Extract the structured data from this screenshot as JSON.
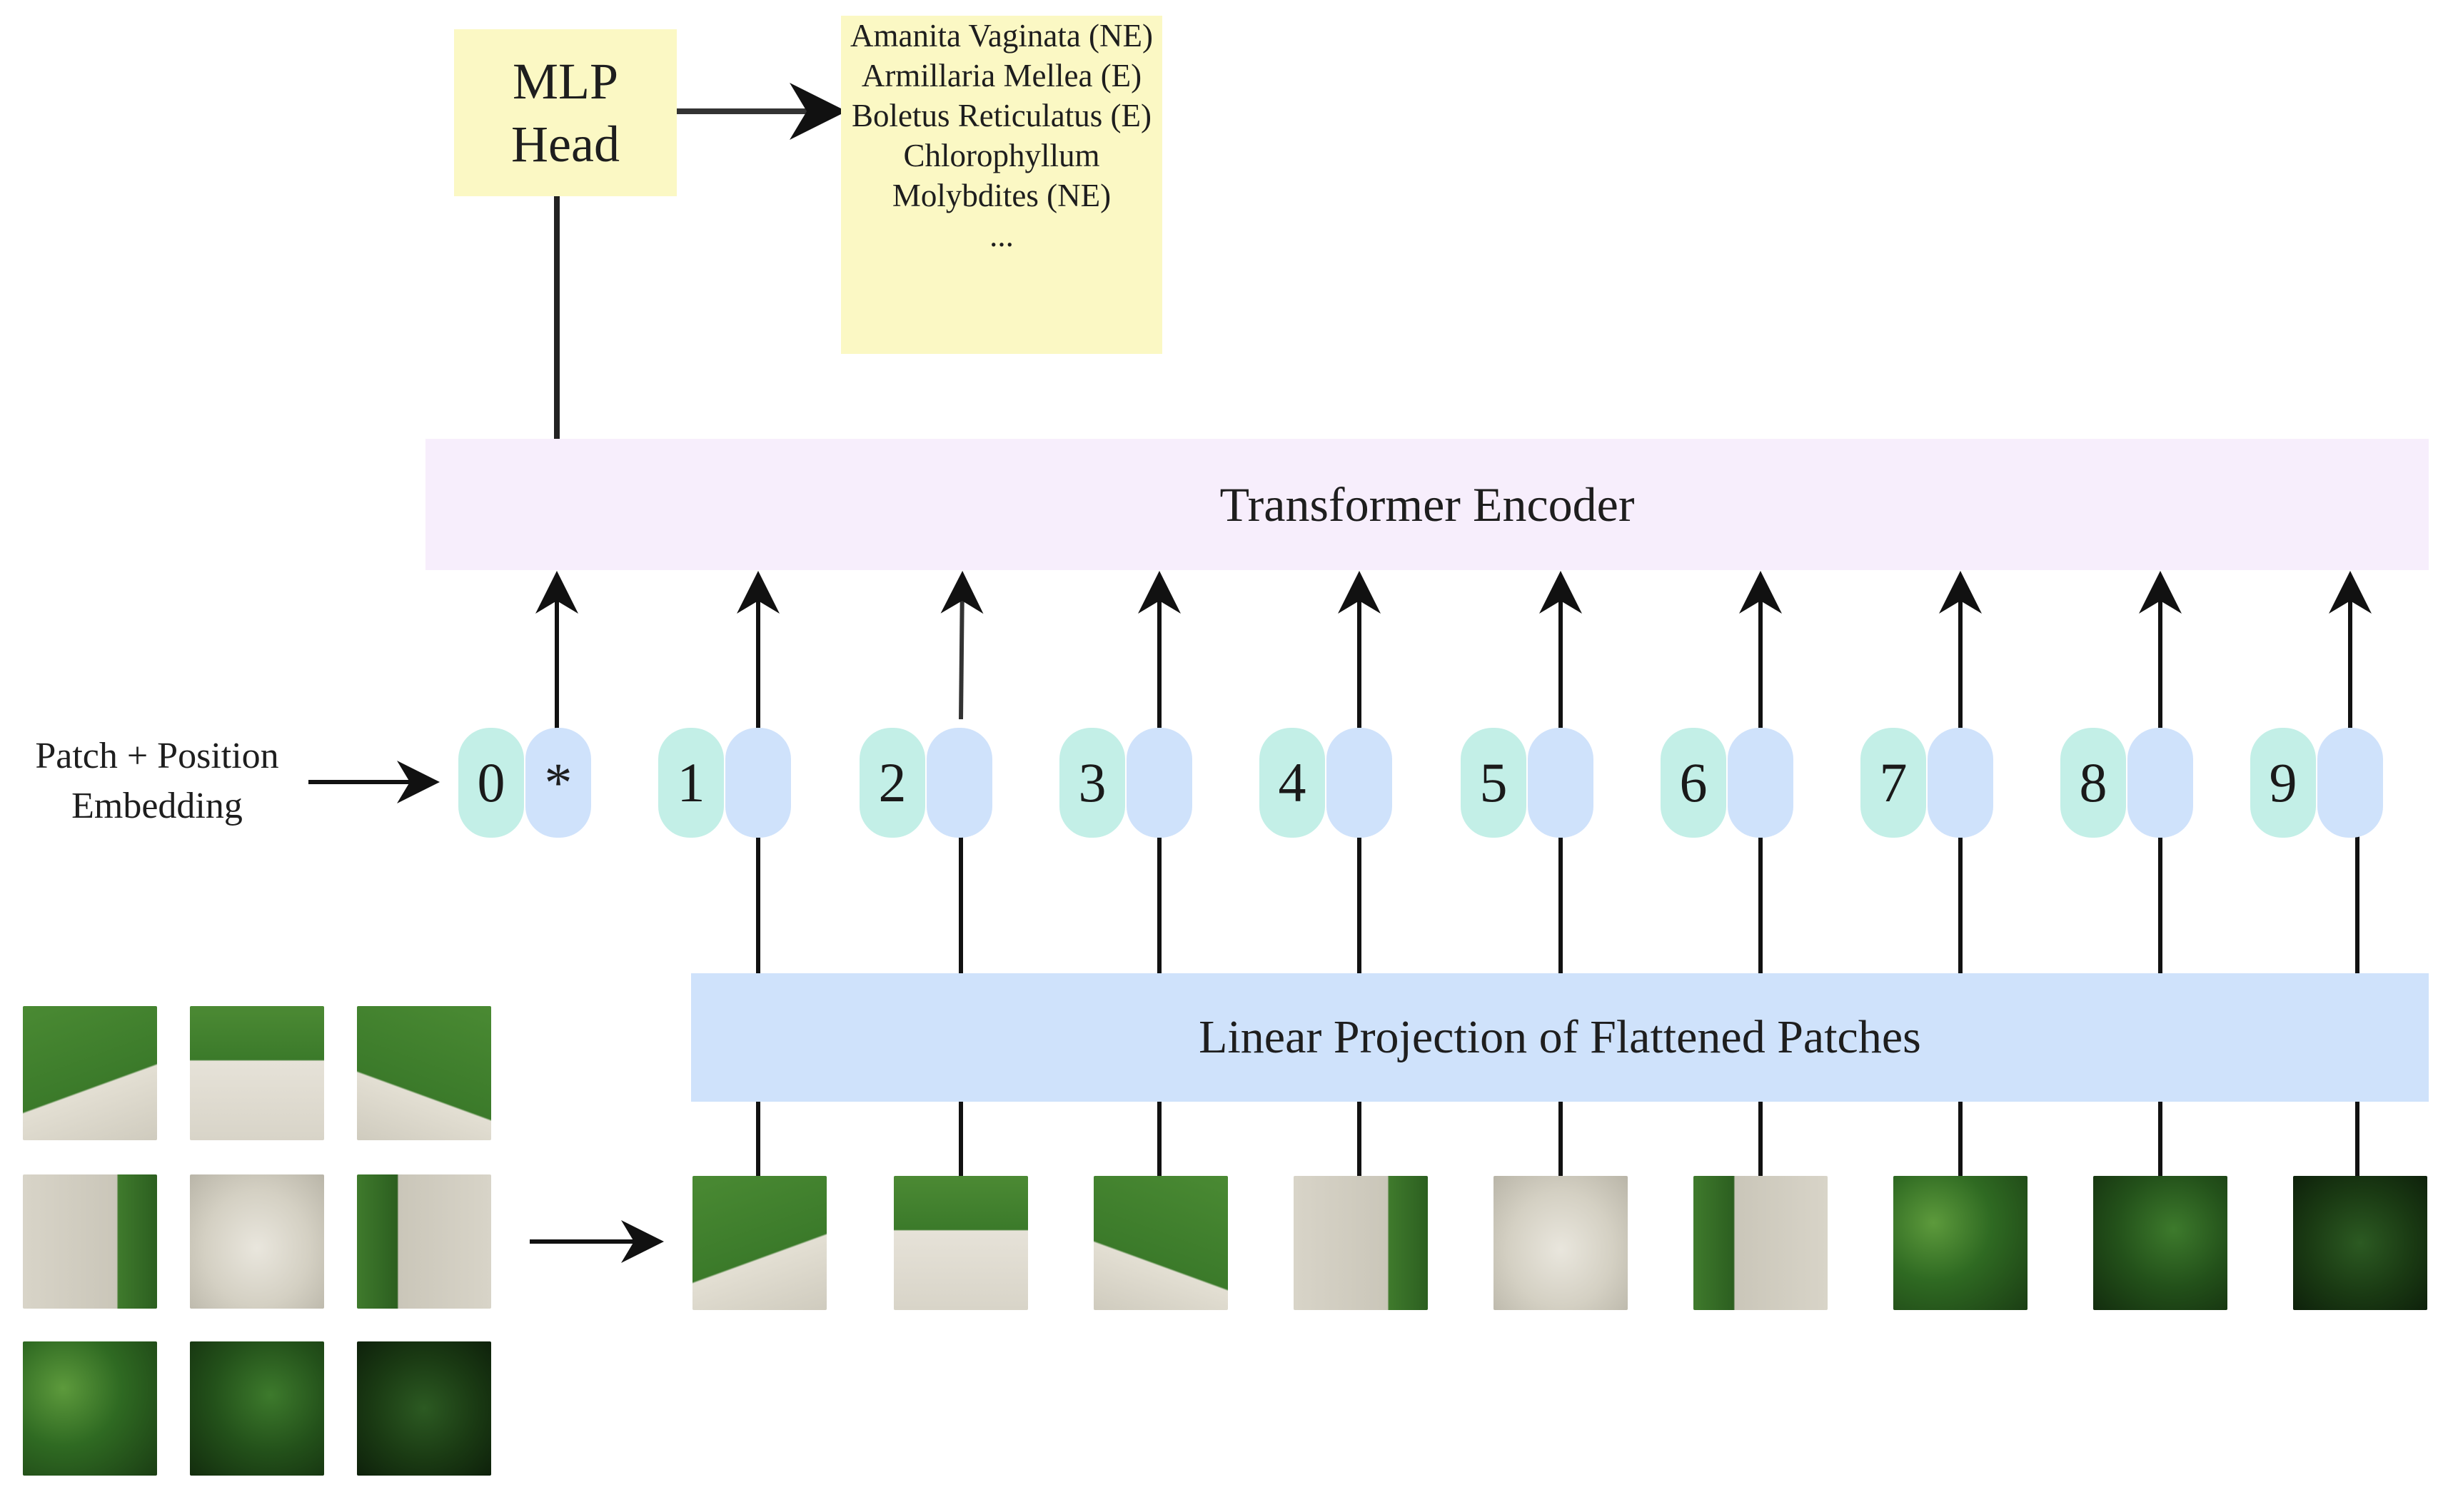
{
  "mlp_head": {
    "line1": "MLP",
    "line2": "Head"
  },
  "classes": [
    "Amanita Vaginata (NE)",
    "Armillaria Mellea (E)",
    "Boletus Reticulatus (E)",
    "Chlorophyllum",
    "Molybdites (NE)",
    "..."
  ],
  "encoder_label": "Transformer Encoder",
  "projection_label": "Linear Projection of Flattened Patches",
  "embedding_label": {
    "line1": "Patch + Position",
    "line2": "Embedding"
  },
  "tokens": [
    {
      "position": "0",
      "embedding": "*"
    },
    {
      "position": "1",
      "embedding": ""
    },
    {
      "position": "2",
      "embedding": ""
    },
    {
      "position": "3",
      "embedding": ""
    },
    {
      "position": "4",
      "embedding": ""
    },
    {
      "position": "5",
      "embedding": ""
    },
    {
      "position": "6",
      "embedding": ""
    },
    {
      "position": "7",
      "embedding": ""
    },
    {
      "position": "8",
      "embedding": ""
    },
    {
      "position": "9",
      "embedding": ""
    }
  ],
  "colors": {
    "position_token": "#c3efe7",
    "patch_embedding": "#cfe2fb",
    "mlp_head": "#fbf8c4",
    "encoder": "#f7eefc",
    "projection": "#cfe2fb",
    "arrow": "#111111"
  }
}
